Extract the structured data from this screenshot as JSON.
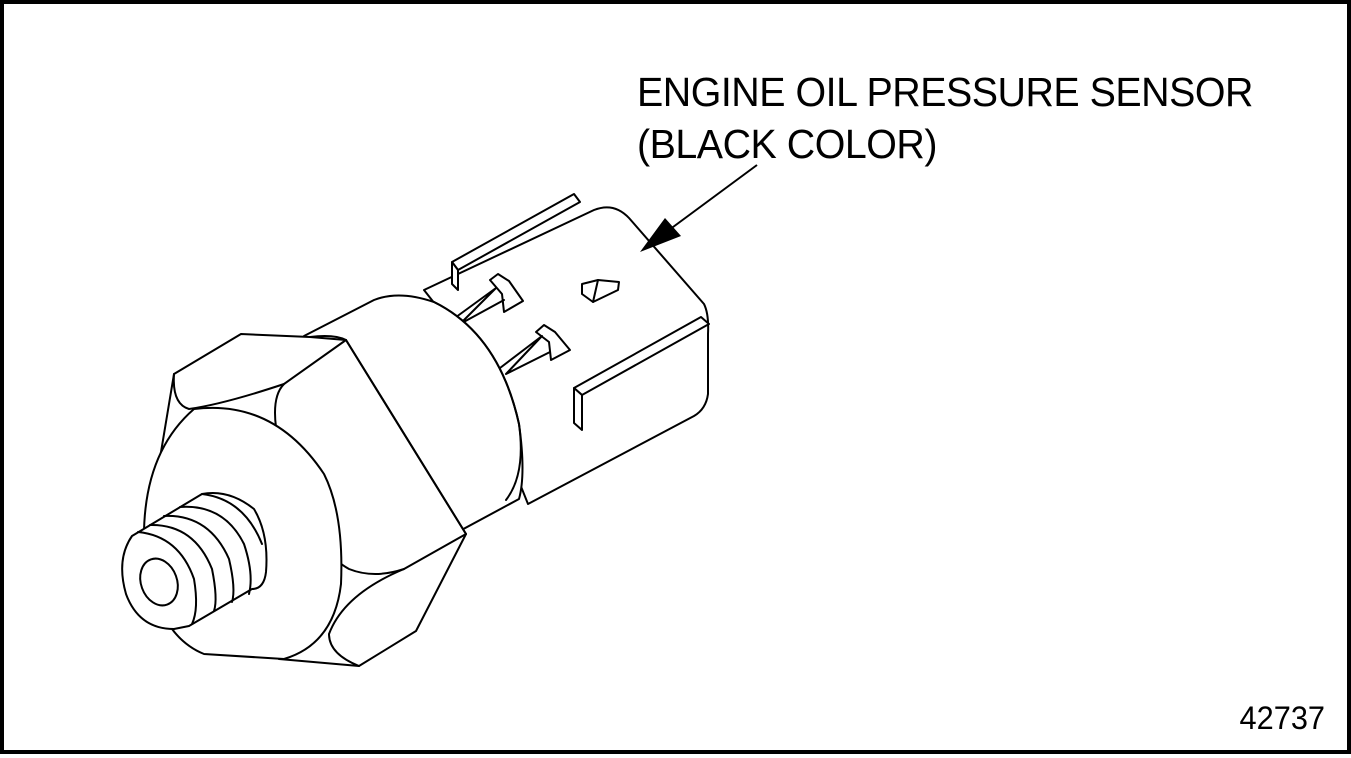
{
  "figure": {
    "type": "technical-illustration",
    "subject": "engine oil pressure sensor",
    "callout": {
      "line1": "ENGINE OIL PRESSURE SENSOR",
      "line2": "(BLACK COLOR)"
    },
    "figure_number": "42737",
    "colors": {
      "line": "#000000",
      "background": "#ffffff",
      "border": "#000000"
    }
  }
}
